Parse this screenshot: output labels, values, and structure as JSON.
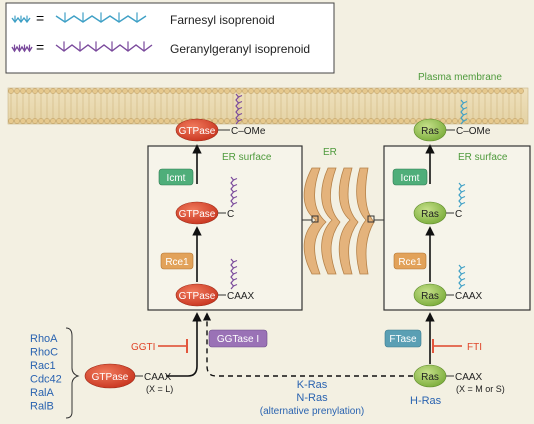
{
  "legend": {
    "farnesyl_label": "Farnesyl isoprenoid",
    "geranylgeranyl_label": "Geranylgeranyl isoprenoid",
    "equals": "="
  },
  "membrane": {
    "label": "Plasma membrane"
  },
  "er": {
    "label": "ER",
    "left_box_label": "ER surface",
    "right_box_label": "ER surface"
  },
  "left_pathway": {
    "top_protein": "GTPase",
    "top_suffix": "C–OMe",
    "enzyme_top": "Icmt",
    "middle_protein": "GTPase",
    "middle_suffix": "C",
    "enzyme_mid": "Rce1",
    "lower_protein": "GTPase",
    "lower_suffix": "CAAX",
    "bottom_protein": "GTPase",
    "bottom_suffix": "CAAX",
    "bottom_note": "(X = L)",
    "inhibitor": "GGTI",
    "transferase": "GGTase I",
    "gtpase_list": [
      "RhoA",
      "RhoC",
      "Rac1",
      "Cdc42",
      "RalA",
      "RalB"
    ]
  },
  "right_pathway": {
    "top_protein": "Ras",
    "top_suffix": "C–OMe",
    "enzyme_top": "Icmt",
    "middle_protein": "Ras",
    "middle_suffix": "C",
    "enzyme_mid": "Rce1",
    "lower_protein": "Ras",
    "lower_suffix": "CAAX",
    "bottom_protein": "Ras",
    "bottom_suffix": "CAAX",
    "bottom_note": "(X = M or S)",
    "inhibitor": "FTI",
    "transferase": "FTase",
    "hras_label": "H-Ras"
  },
  "alternative": {
    "line1": "K-Ras",
    "line2": "N-Ras",
    "line3": "(alternative prenylation)"
  },
  "colors": {
    "gtpase_red": "#d9412a",
    "ras_green": "#8fbf4a",
    "icmt_green": "#4fae7a",
    "rce1_orange": "#e2a25a",
    "ggtase_purple": "#9a72b6",
    "ftase_teal": "#5a9fb4",
    "inhibitor_red": "#e0452a",
    "label_blue": "#2a63b0",
    "label_green": "#4e9a3c",
    "farnesyl": "#3fa0c6",
    "geranylgeranyl": "#7a4a9c"
  }
}
